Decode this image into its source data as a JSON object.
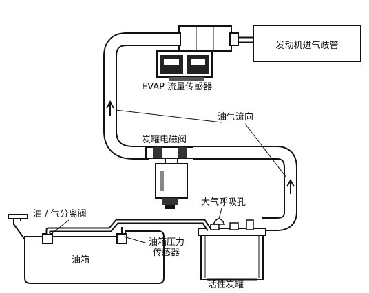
{
  "labels": {
    "intake_manifold": "发动机进气歧管",
    "evap_sensor": "EVAP 流量传感器",
    "vapor_flow": "油气流向",
    "canister_valve": "炭罐电磁阀",
    "atmosphere_vent": "大气呼吸孔",
    "separator_valve": "油 / 气分离阀",
    "pressure_sensor_line1": "油箱压力",
    "pressure_sensor_line2": "传感器",
    "fuel_tank": "油箱",
    "canister": "活性炭罐"
  }
}
